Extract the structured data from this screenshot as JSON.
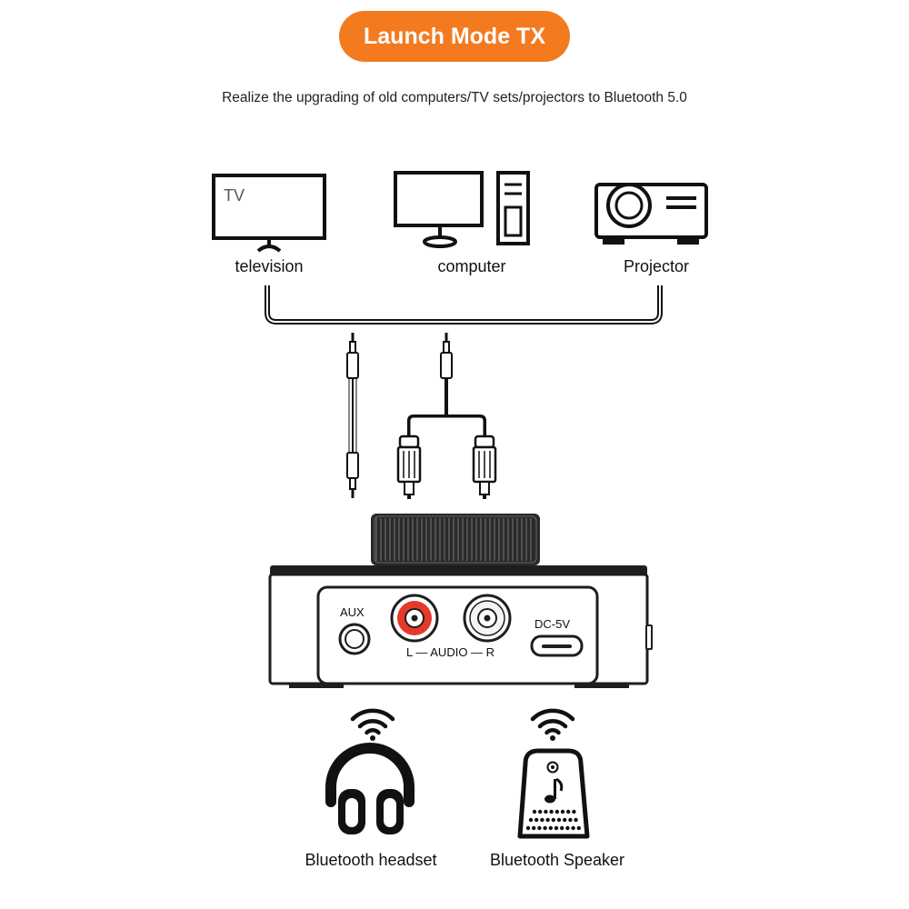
{
  "header": {
    "mode_title": "Launch Mode TX",
    "subtitle": "Realize the upgrading of old computers/TV sets/projectors to Bluetooth 5.0"
  },
  "sources": {
    "tv_screen_text": "TV",
    "television_label": "television",
    "computer_label": "computer",
    "projector_label": "Projector"
  },
  "device": {
    "aux_label": "AUX",
    "audio_label": "L — AUDIO — R",
    "dc_label": "DC-5V"
  },
  "outputs": {
    "headset_label": "Bluetooth headset",
    "speaker_label": "Bluetooth Speaker"
  },
  "colors": {
    "accent": "#f47a20",
    "rca_left": "#e53a2a",
    "line": "#111111"
  },
  "icons": [
    "tv-icon",
    "monitor-icon",
    "pc-tower-icon",
    "projector-icon",
    "aux-plug-icon",
    "rca-plug-icon",
    "wifi-icon",
    "headphones-icon",
    "speaker-icon",
    "music-note-icon"
  ]
}
